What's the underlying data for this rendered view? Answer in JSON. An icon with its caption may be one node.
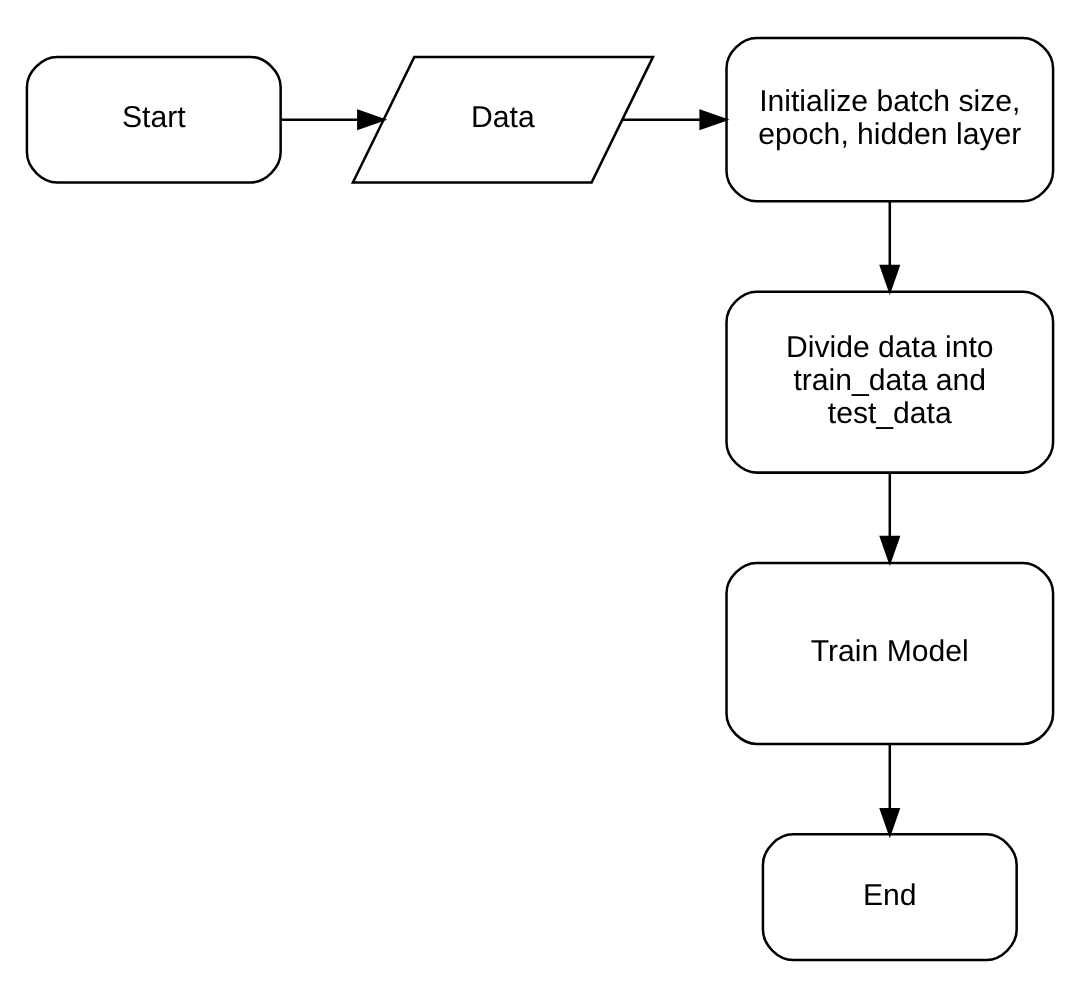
{
  "diagram": {
    "nodes": [
      {
        "text": [
          "Start"
        ]
      },
      {
        "text": [
          "Data"
        ]
      },
      {
        "text": [
          "Initialize batch size, epoch, hidden layer"
        ]
      },
      {
        "text": [
          "Divide data into train_data and test_data"
        ]
      },
      {
        "text": [
          "Train Model"
        ]
      },
      {
        "text": [
          "End"
        ]
      }
    ],
    "edges": [
      {
        "from": 0,
        "to": 1,
        "arrow": "to"
      },
      {
        "from": 1,
        "to": 2,
        "arrow": "to"
      },
      {
        "from": 2,
        "to": 3,
        "arrow": "to"
      },
      {
        "from": 3,
        "to": 4,
        "arrow": "to"
      },
      {
        "from": 4,
        "to": 5,
        "arrow": "to"
      }
    ]
  }
}
